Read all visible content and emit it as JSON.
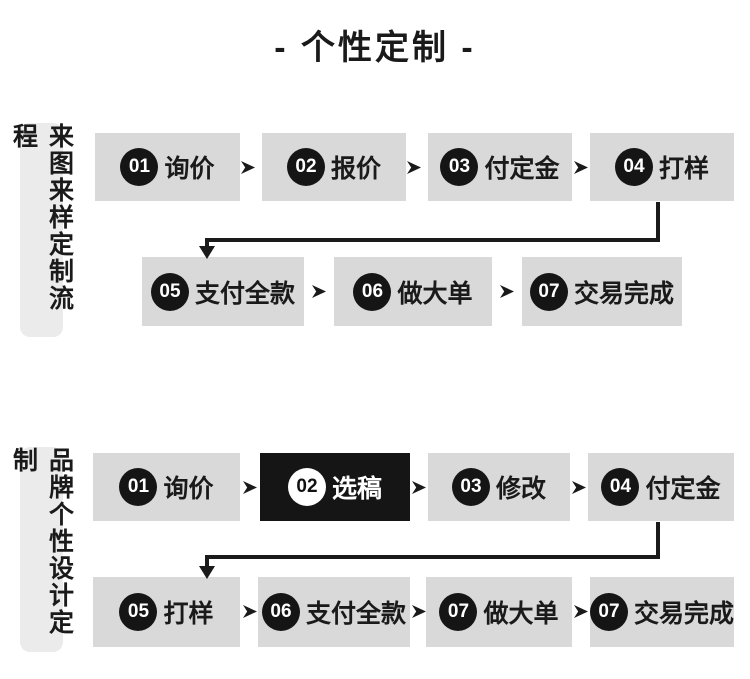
{
  "title": "- 个性定制 -",
  "colors": {
    "step_box": "#d9d9d9",
    "label_box": "#ebebeb",
    "ink": "#1a1a1a",
    "highlight_box": "#151515"
  },
  "sections": [
    {
      "label": "来图来样定制流程",
      "rows": [
        {
          "steps": [
            {
              "num": "01",
              "label": "询价"
            },
            {
              "num": "02",
              "label": "报价"
            },
            {
              "num": "03",
              "label": "付定金"
            },
            {
              "num": "04",
              "label": "打样"
            }
          ]
        },
        {
          "steps": [
            {
              "num": "05",
              "label": "支付全款"
            },
            {
              "num": "06",
              "label": "做大单"
            },
            {
              "num": "07",
              "label": "交易完成"
            }
          ]
        }
      ]
    },
    {
      "label": "品牌个性设计定制",
      "rows": [
        {
          "steps": [
            {
              "num": "01",
              "label": "询价"
            },
            {
              "num": "02",
              "label": "选稿",
              "highlighted": true
            },
            {
              "num": "03",
              "label": "修改"
            },
            {
              "num": "04",
              "label": "付定金"
            }
          ]
        },
        {
          "steps": [
            {
              "num": "05",
              "label": "打样"
            },
            {
              "num": "06",
              "label": "支付全款"
            },
            {
              "num": "07",
              "label": "做大单"
            },
            {
              "num": "07",
              "label": "交易完成"
            }
          ]
        }
      ]
    }
  ]
}
